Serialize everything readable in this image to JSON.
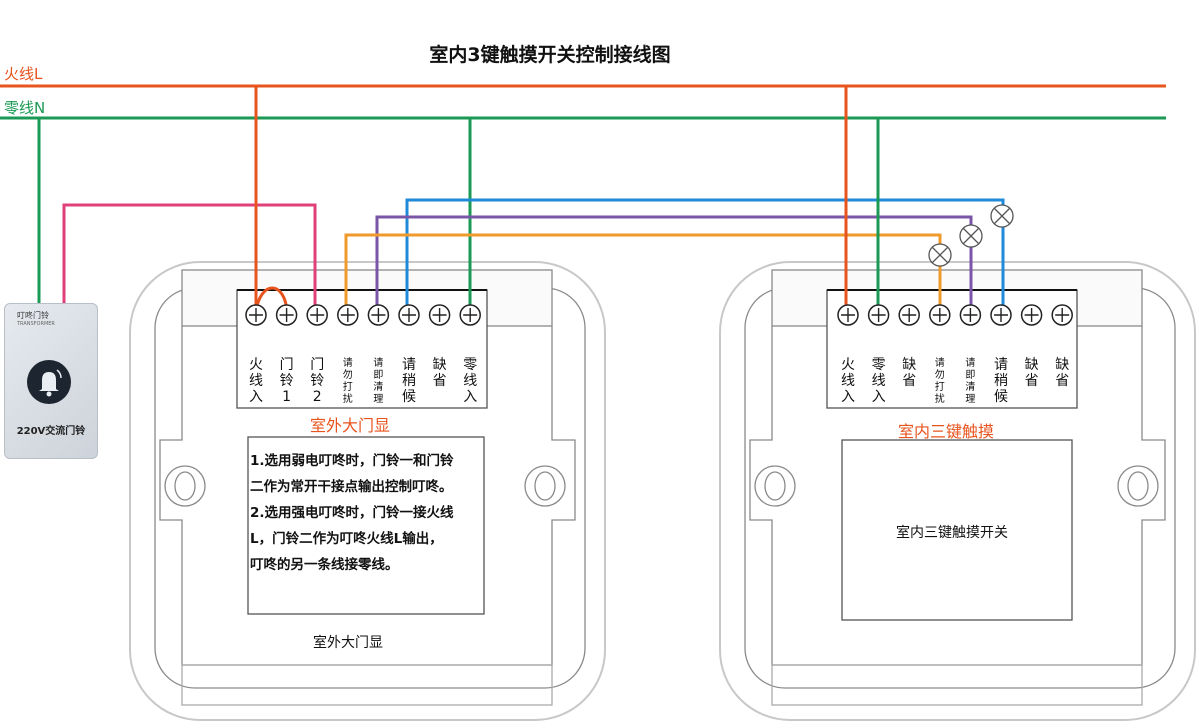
{
  "title": "室内3键触摸开关控制接线图",
  "wires": {
    "live_label": "火线L",
    "neutral_label": "零线N",
    "colors": {
      "live": "#e8541e",
      "neutral": "#1b9a55",
      "bell": "#e0407a",
      "blue": "#1f8ad8",
      "purple": "#7a55a8",
      "orange": "#ef9a2a"
    }
  },
  "doorbell": {
    "header": "叮咚门铃",
    "subheader": "TRANSFORMER",
    "label": "220V交流门铃",
    "icon": "bell-icon"
  },
  "outdoor_panel": {
    "name": "室外大门显",
    "caption": "室外大门显",
    "terminals": [
      {
        "lines": [
          "火",
          "线",
          "入"
        ],
        "small": false
      },
      {
        "lines": [
          "门",
          "铃",
          "1"
        ],
        "small": false
      },
      {
        "lines": [
          "门",
          "铃",
          "2"
        ],
        "small": false
      },
      {
        "lines": [
          "请",
          "勿",
          "打",
          "扰"
        ],
        "small": true
      },
      {
        "lines": [
          "请",
          "即",
          "清",
          "理"
        ],
        "small": true
      },
      {
        "lines": [
          "请",
          "稍",
          "候"
        ],
        "small": false
      },
      {
        "lines": [
          "缺",
          "省"
        ],
        "small": false
      },
      {
        "lines": [
          "零",
          "线",
          "入"
        ],
        "small": false
      }
    ],
    "notes": [
      "1.选用弱电叮咚时，门铃一和门铃",
      "二作为常开干接点输出控制叮咚。",
      "2.选用强电叮咚时，门铃一接火线",
      "L，门铃二作为叮咚火线L输出，",
      "叮咚的另一条线接零线。"
    ]
  },
  "indoor_panel": {
    "name": "室内三键触摸",
    "caption": "室内三键触摸开关",
    "terminals": [
      {
        "lines": [
          "火",
          "线",
          "入"
        ],
        "small": false
      },
      {
        "lines": [
          "零",
          "线",
          "入"
        ],
        "small": false
      },
      {
        "lines": [
          "缺",
          "省"
        ],
        "small": false
      },
      {
        "lines": [
          "请",
          "勿",
          "打",
          "扰"
        ],
        "small": true
      },
      {
        "lines": [
          "请",
          "即",
          "清",
          "理"
        ],
        "small": true
      },
      {
        "lines": [
          "请",
          "稍",
          "候"
        ],
        "small": false
      },
      {
        "lines": [
          "缺",
          "省"
        ],
        "small": false
      },
      {
        "lines": [
          "缺",
          "省"
        ],
        "small": false
      }
    ]
  }
}
